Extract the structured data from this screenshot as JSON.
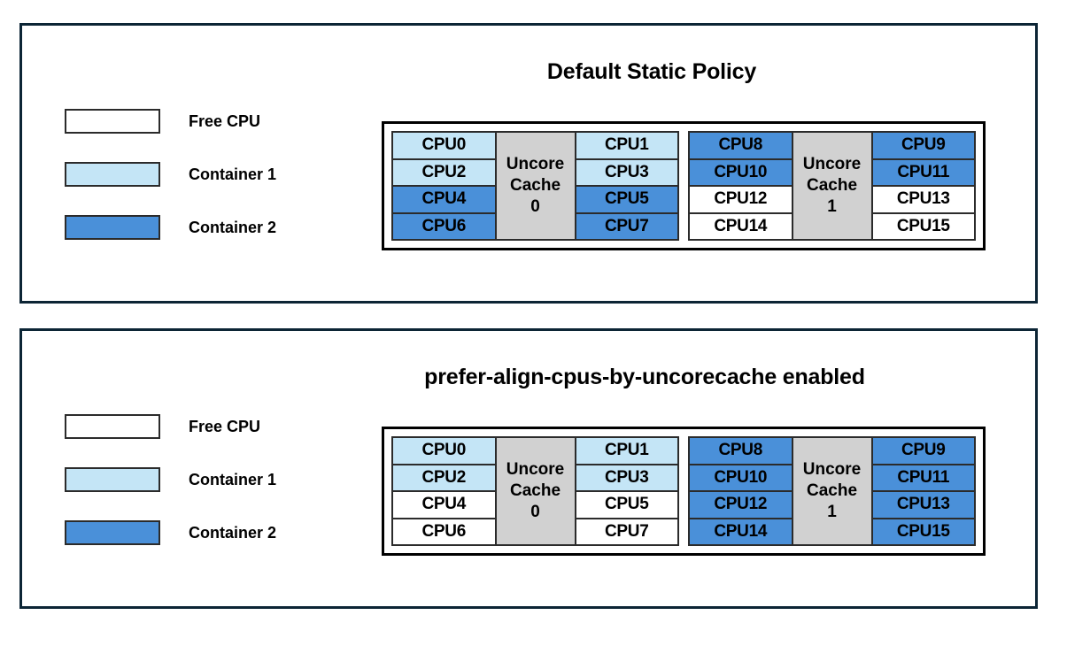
{
  "colors": {
    "free_cpu": "#ffffff",
    "container_1": "#c4e5f6",
    "container_2": "#4a90d9",
    "cache_gray": "#d1d1d1",
    "panel_border": "#0c2535",
    "cell_border": "#2b2b2b",
    "text": "#000000"
  },
  "legend": {
    "items": [
      {
        "label": "Free CPU",
        "swatch": "free_cpu"
      },
      {
        "label": "Container 1",
        "swatch": "container_1"
      },
      {
        "label": "Container 2",
        "swatch": "container_2"
      }
    ]
  },
  "panels": [
    {
      "id": "default-static-policy",
      "title": "Default Static Policy",
      "legend": [
        {
          "label": "Free CPU"
        },
        {
          "label": "Container 1"
        },
        {
          "label": "Container 2"
        }
      ],
      "cache_groups": [
        {
          "cache_label_line1": "Uncore",
          "cache_label_line2": "Cache",
          "cache_label_line3": "0",
          "left_column": [
            {
              "label": "CPU0",
              "state": "container_1"
            },
            {
              "label": "CPU2",
              "state": "container_1"
            },
            {
              "label": "CPU4",
              "state": "container_2"
            },
            {
              "label": "CPU6",
              "state": "container_2"
            }
          ],
          "right_column": [
            {
              "label": "CPU1",
              "state": "container_1"
            },
            {
              "label": "CPU3",
              "state": "container_1"
            },
            {
              "label": "CPU5",
              "state": "container_2"
            },
            {
              "label": "CPU7",
              "state": "container_2"
            }
          ]
        },
        {
          "cache_label_line1": "Uncore",
          "cache_label_line2": "Cache",
          "cache_label_line3": "1",
          "left_column": [
            {
              "label": "CPU8",
              "state": "container_2"
            },
            {
              "label": "CPU10",
              "state": "container_2"
            },
            {
              "label": "CPU12",
              "state": "free_cpu"
            },
            {
              "label": "CPU14",
              "state": "free_cpu"
            }
          ],
          "right_column": [
            {
              "label": "CPU9",
              "state": "container_2"
            },
            {
              "label": "CPU11",
              "state": "container_2"
            },
            {
              "label": "CPU13",
              "state": "free_cpu"
            },
            {
              "label": "CPU15",
              "state": "free_cpu"
            }
          ]
        }
      ]
    },
    {
      "id": "prefer-align-cpus-by-uncorecache-enabled",
      "title": "prefer-align-cpus-by-uncorecache enabled",
      "legend": [
        {
          "label": "Free CPU"
        },
        {
          "label": "Container 1"
        },
        {
          "label": "Container 2"
        }
      ],
      "cache_groups": [
        {
          "cache_label_line1": "Uncore",
          "cache_label_line2": "Cache",
          "cache_label_line3": "0",
          "left_column": [
            {
              "label": "CPU0",
              "state": "container_1"
            },
            {
              "label": "CPU2",
              "state": "container_1"
            },
            {
              "label": "CPU4",
              "state": "free_cpu"
            },
            {
              "label": "CPU6",
              "state": "free_cpu"
            }
          ],
          "right_column": [
            {
              "label": "CPU1",
              "state": "container_1"
            },
            {
              "label": "CPU3",
              "state": "container_1"
            },
            {
              "label": "CPU5",
              "state": "free_cpu"
            },
            {
              "label": "CPU7",
              "state": "free_cpu"
            }
          ]
        },
        {
          "cache_label_line1": "Uncore",
          "cache_label_line2": "Cache",
          "cache_label_line3": "1",
          "left_column": [
            {
              "label": "CPU8",
              "state": "container_2"
            },
            {
              "label": "CPU10",
              "state": "container_2"
            },
            {
              "label": "CPU12",
              "state": "container_2"
            },
            {
              "label": "CPU14",
              "state": "container_2"
            }
          ],
          "right_column": [
            {
              "label": "CPU9",
              "state": "container_2"
            },
            {
              "label": "CPU11",
              "state": "container_2"
            },
            {
              "label": "CPU13",
              "state": "container_2"
            },
            {
              "label": "CPU15",
              "state": "container_2"
            }
          ]
        }
      ]
    }
  ]
}
